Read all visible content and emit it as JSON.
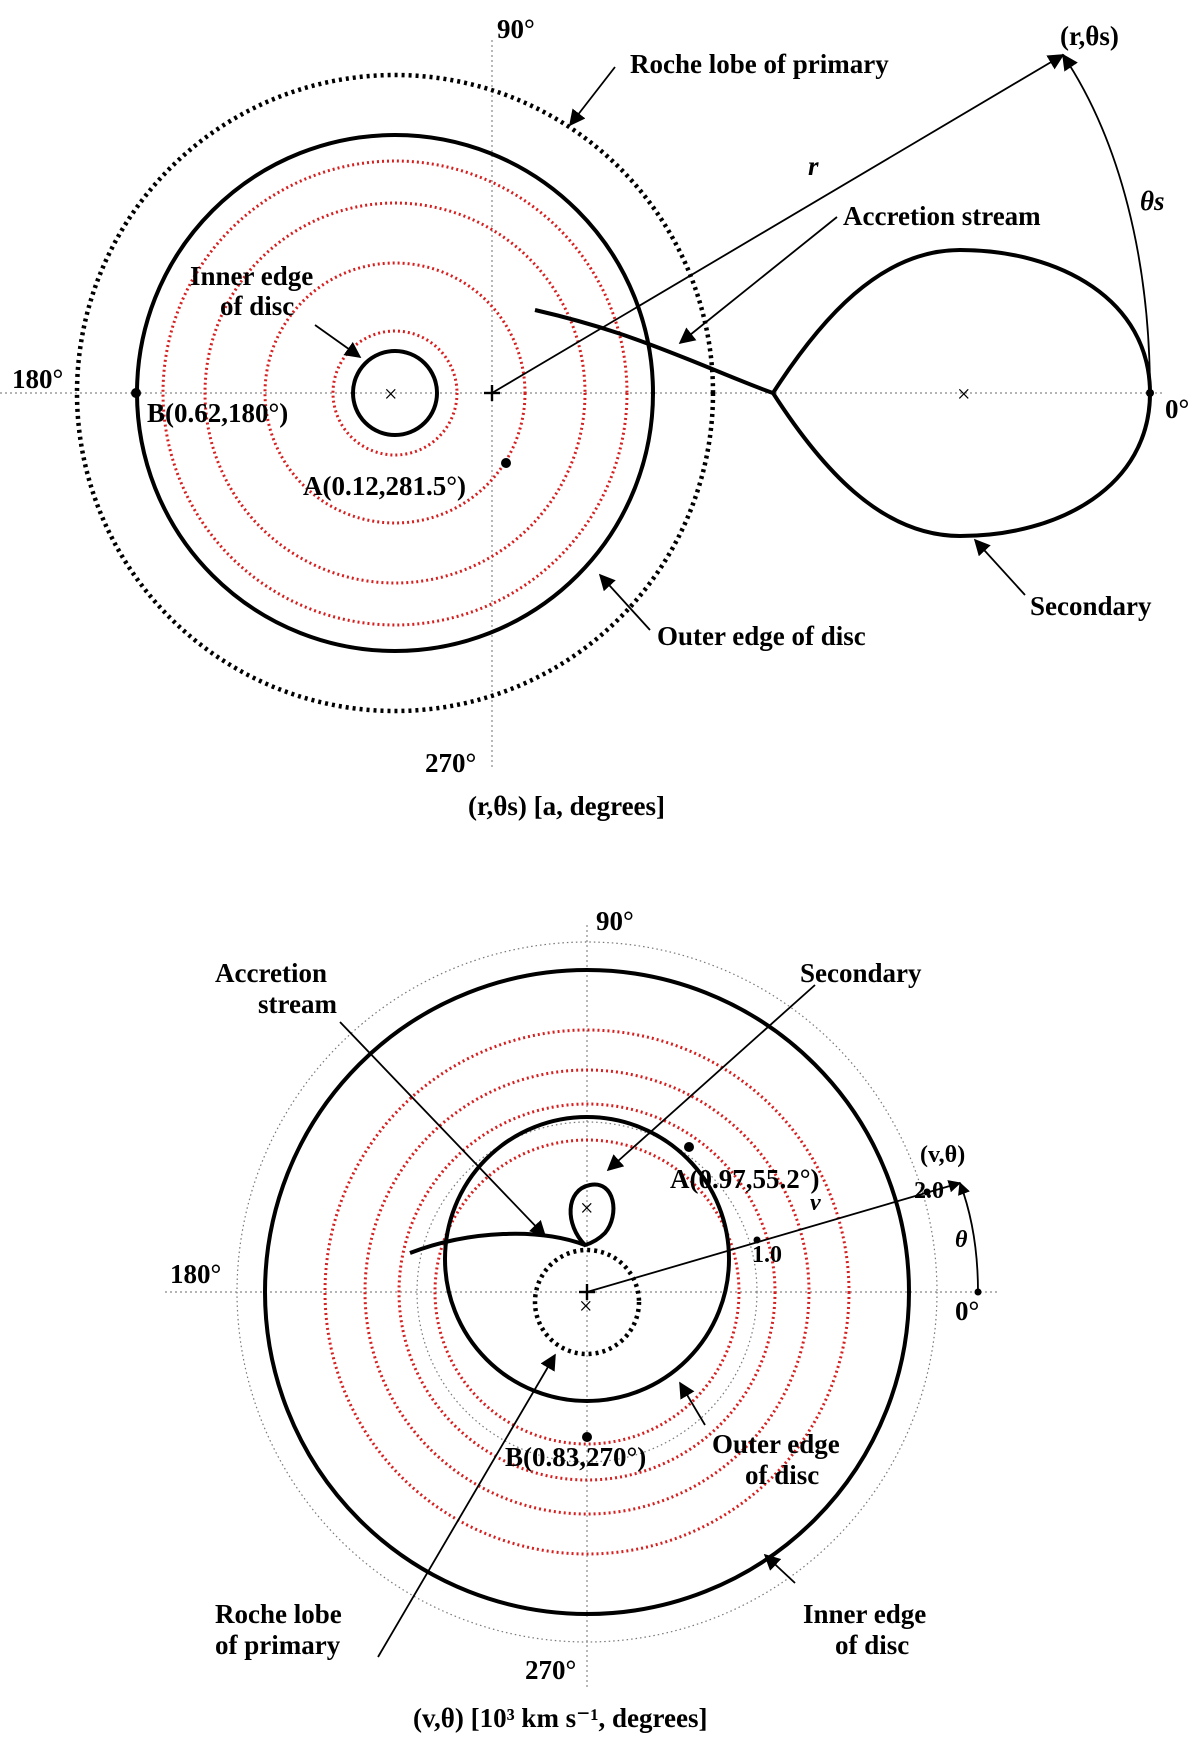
{
  "top_panel": {
    "angle_labels": {
      "a90": "90°",
      "a180": "180°",
      "a0": "0°",
      "a270": "270°"
    },
    "point_label_r_theta": "(r,θs)",
    "radius_label": "r",
    "angle_symbol": "θs",
    "labels": {
      "roche_lobe": "Roche lobe of primary",
      "accretion_stream": "Accretion stream",
      "inner_edge_line1": "Inner edge",
      "inner_edge_line2": "of disc",
      "outer_edge": "Outer edge of disc",
      "secondary": "Secondary",
      "point_a": "A(0.12,281.5°)",
      "point_b": "B(0.62,180°)"
    },
    "caption": "(r,θs) [a, degrees]"
  },
  "bottom_panel": {
    "angle_labels": {
      "a90": "90°",
      "a180": "180°",
      "a0": "0°",
      "a270": "270°"
    },
    "point_label_v_theta": "(v,θ)",
    "radius_label": "v",
    "angle_symbol": "θ",
    "tick_labels": {
      "t1": "1.0",
      "t2": "2.0"
    },
    "labels": {
      "accretion_stream_line1": "Accretion",
      "accretion_stream_line2": "stream",
      "secondary": "Secondary",
      "outer_edge_line1": "Outer edge",
      "outer_edge_line2": "of disc",
      "inner_edge_line1": "Inner edge",
      "inner_edge_line2": "of disc",
      "roche_lobe_line1": "Roche lobe",
      "roche_lobe_line2": "of primary",
      "point_a": "A(0.97,55.2°)",
      "point_b": "B(0.83,270°)"
    },
    "caption": "(v,θ) [10³ km s⁻¹, degrees]"
  },
  "colors": {
    "ink": "#000000",
    "ring_red": "#d62020",
    "axis_gray": "#888888"
  }
}
